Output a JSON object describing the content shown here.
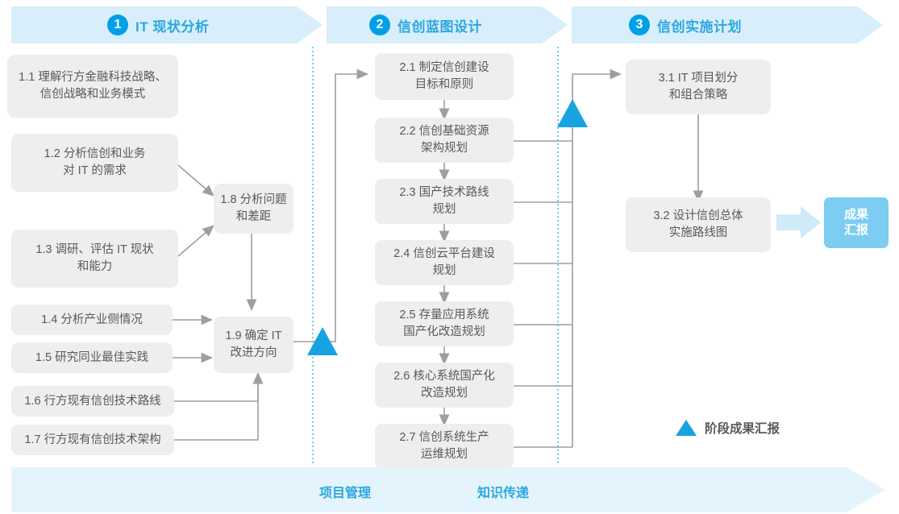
{
  "colors": {
    "band": "#e1f3fb",
    "band_stage": "#d6eefa",
    "accent": "#2ba7e0",
    "accent_strong": "#00a0e9",
    "node_bg": "#eeeeee",
    "node_text": "#58595b",
    "connector": "#9e9e9e",
    "milestone": "#18a3e0",
    "chip_bg": "#7dcdf3",
    "chip_arrow": "#cfeaf9",
    "divider_dotted": "#3fb6e8"
  },
  "header": {
    "phases": [
      {
        "num": "1",
        "label": "IT 现状分析"
      },
      {
        "num": "2",
        "label": "信创蓝图设计"
      },
      {
        "num": "3",
        "label": "信创实施计划"
      }
    ]
  },
  "phase1": {
    "nodes": [
      {
        "id": "1.1",
        "label": "1.1 理解行方金融科技战略、\n信创战略和业务模式"
      },
      {
        "id": "1.2",
        "label": "1.2 分析信创和业务\n对 IT 的需求"
      },
      {
        "id": "1.3",
        "label": "1.3 调研、评估 IT 现状\n和能力"
      },
      {
        "id": "1.4",
        "label": "1.4 分析产业侧情况"
      },
      {
        "id": "1.5",
        "label": "1.5 研究同业最佳实践"
      },
      {
        "id": "1.6",
        "label": "1.6 行方现有信创技术路线"
      },
      {
        "id": "1.7",
        "label": "1.7 行方现有信创技术架构"
      },
      {
        "id": "1.8",
        "label": "1.8 分析问题\n和差距"
      },
      {
        "id": "1.9",
        "label": "1.9 确定 IT\n改进方向"
      }
    ]
  },
  "phase2": {
    "nodes": [
      {
        "id": "2.1",
        "label": "2.1 制定信创建设\n目标和原则"
      },
      {
        "id": "2.2",
        "label": "2.2 信创基础资源\n架构规划"
      },
      {
        "id": "2.3",
        "label": "2.3 国产技术路线\n规划"
      },
      {
        "id": "2.4",
        "label": "2.4 信创云平台建设\n规划"
      },
      {
        "id": "2.5",
        "label": "2.5 存量应用系统\n国产化改造规划"
      },
      {
        "id": "2.6",
        "label": "2.6 核心系统国产化\n改造规划"
      },
      {
        "id": "2.7",
        "label": "2.7 信创系统生产\n运维规划"
      }
    ]
  },
  "phase3": {
    "nodes": [
      {
        "id": "3.1",
        "label": "3.1 IT 项目划分\n和组合策略"
      },
      {
        "id": "3.2",
        "label": "3.2 设计信创总体\n实施路线图"
      }
    ],
    "result_chip": "成果\n汇报"
  },
  "legend": {
    "label": "阶段成果汇报"
  },
  "bottom_band": {
    "labels": [
      "项目管理",
      "知识传递"
    ]
  }
}
